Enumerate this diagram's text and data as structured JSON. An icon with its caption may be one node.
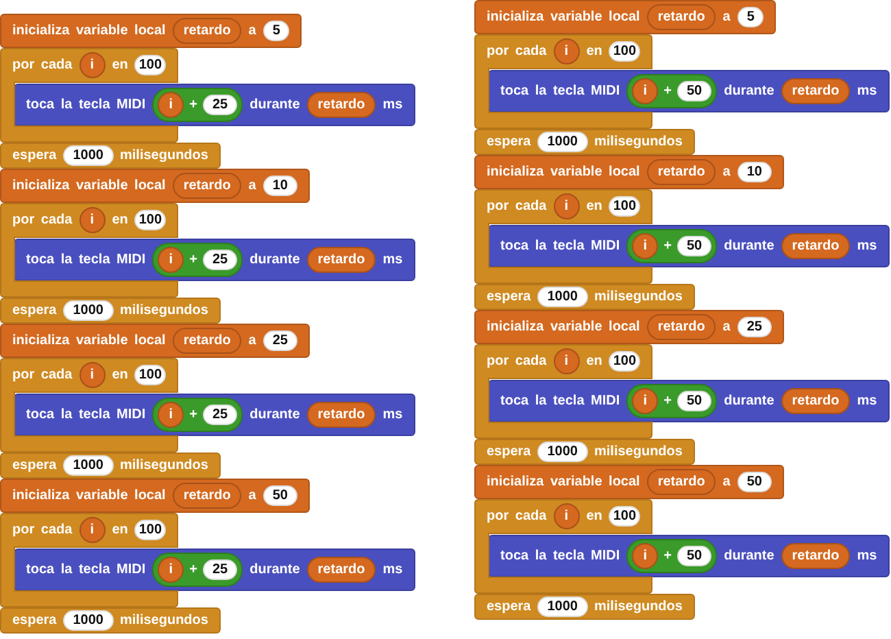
{
  "diagram": {
    "nodes": [
      {
        "text": [
          "inicializa variable local",
          "a"
        ]
      },
      {
        "text": [
          "retardo"
        ],
        "in": 0
      },
      {
        "text": [
          "5"
        ],
        "in": 0
      },
      {
        "text": [
          "por cada",
          "en"
        ]
      },
      {
        "text": [
          "i"
        ],
        "in": 3
      },
      {
        "text": [
          "100"
        ],
        "in": 3
      },
      {
        "text": [
          "toca la tecla MIDI",
          "durante",
          "ms"
        ]
      },
      {
        "text": [
          "+"
        ],
        "in": 6
      },
      {
        "text": [
          "i"
        ],
        "in": 7
      },
      {
        "text": [
          "25"
        ],
        "in": 7
      },
      {
        "text": [
          "retardo"
        ],
        "in": 6
      },
      {
        "text": [
          "espera",
          "milisegundos"
        ]
      },
      {
        "text": [
          "1000"
        ],
        "in": 11
      },
      {
        "text": [
          "inicializa variable local",
          "a"
        ]
      },
      {
        "text": [
          "retardo"
        ],
        "in": 13
      },
      {
        "text": [
          "10"
        ],
        "in": 13
      },
      {
        "text": [
          "por cada",
          "en"
        ]
      },
      {
        "text": [
          "i"
        ],
        "in": 16
      },
      {
        "text": [
          "100"
        ],
        "in": 16
      },
      {
        "text": [
          "toca la tecla MIDI",
          "durante",
          "ms"
        ]
      },
      {
        "text": [
          "+"
        ],
        "in": 19
      },
      {
        "text": [
          "i"
        ],
        "in": 20
      },
      {
        "text": [
          "25"
        ],
        "in": 20
      },
      {
        "text": [
          "retardo"
        ],
        "in": 19
      },
      {
        "text": [
          "espera",
          "milisegundos"
        ]
      },
      {
        "text": [
          "1000"
        ],
        "in": 24
      },
      {
        "text": [
          "inicializa variable local",
          "a"
        ]
      },
      {
        "text": [
          "retardo"
        ],
        "in": 26
      },
      {
        "text": [
          "25"
        ],
        "in": 26
      },
      {
        "text": [
          "por cada",
          "en"
        ]
      },
      {
        "text": [
          "i"
        ],
        "in": 29
      },
      {
        "text": [
          "100"
        ],
        "in": 29
      },
      {
        "text": [
          "toca la tecla MIDI",
          "durante",
          "ms"
        ]
      },
      {
        "text": [
          "+"
        ],
        "in": 32
      },
      {
        "text": [
          "i"
        ],
        "in": 33
      },
      {
        "text": [
          "25"
        ],
        "in": 33
      },
      {
        "text": [
          "retardo"
        ],
        "in": 32
      },
      {
        "text": [
          "espera",
          "milisegundos"
        ]
      },
      {
        "text": [
          "1000"
        ],
        "in": 37
      },
      {
        "text": [
          "inicializa variable local",
          "a"
        ]
      },
      {
        "text": [
          "retardo"
        ],
        "in": 39
      },
      {
        "text": [
          "50"
        ],
        "in": 39
      },
      {
        "text": [
          "por cada",
          "en"
        ]
      },
      {
        "text": [
          "i"
        ],
        "in": 42
      },
      {
        "text": [
          "100"
        ],
        "in": 42
      },
      {
        "text": [
          "toca la tecla MIDI",
          "durante",
          "ms"
        ]
      },
      {
        "text": [
          "+"
        ],
        "in": 45
      },
      {
        "text": [
          "i"
        ],
        "in": 46
      },
      {
        "text": [
          "25"
        ],
        "in": 46
      },
      {
        "text": [
          "retardo"
        ],
        "in": 45
      },
      {
        "text": [
          "espera",
          "milisegundos"
        ]
      },
      {
        "text": [
          "1000"
        ],
        "in": 50
      },
      {
        "text": [
          "inicializa variable local",
          "a"
        ]
      },
      {
        "text": [
          "retardo"
        ],
        "in": 52
      },
      {
        "text": [
          "5"
        ],
        "in": 52
      },
      {
        "text": [
          "por cada",
          "en"
        ]
      },
      {
        "text": [
          "i"
        ],
        "in": 55
      },
      {
        "text": [
          "100"
        ],
        "in": 55
      },
      {
        "text": [
          "toca la tecla MIDI",
          "durante",
          "ms"
        ]
      },
      {
        "text": [
          "+"
        ],
        "in": 58
      },
      {
        "text": [
          "i"
        ],
        "in": 59
      },
      {
        "text": [
          "50"
        ],
        "in": 59
      },
      {
        "text": [
          "retardo"
        ],
        "in": 58
      },
      {
        "text": [
          "espera",
          "milisegundos"
        ]
      },
      {
        "text": [
          "1000"
        ],
        "in": 63
      },
      {
        "text": [
          "inicializa variable local",
          "a"
        ]
      },
      {
        "text": [
          "retardo"
        ],
        "in": 65
      },
      {
        "text": [
          "10"
        ],
        "in": 65
      },
      {
        "text": [
          "por cada",
          "en"
        ]
      },
      {
        "text": [
          "i"
        ],
        "in": 68
      },
      {
        "text": [
          "100"
        ],
        "in": 68
      },
      {
        "text": [
          "toca la tecla MIDI",
          "durante",
          "ms"
        ]
      },
      {
        "text": [
          "+"
        ],
        "in": 71
      },
      {
        "text": [
          "i"
        ],
        "in": 72
      },
      {
        "text": [
          "50"
        ],
        "in": 72
      },
      {
        "text": [
          "retardo"
        ],
        "in": 71
      },
      {
        "text": [
          "espera",
          "milisegundos"
        ]
      },
      {
        "text": [
          "1000"
        ],
        "in": 76
      },
      {
        "text": [
          "inicializa variable local",
          "a"
        ]
      },
      {
        "text": [
          "retardo"
        ],
        "in": 78
      },
      {
        "text": [
          "25"
        ],
        "in": 78
      },
      {
        "text": [
          "por cada",
          "en"
        ]
      },
      {
        "text": [
          "i"
        ],
        "in": 81
      },
      {
        "text": [
          "100"
        ],
        "in": 81
      },
      {
        "text": [
          "toca la tecla MIDI",
          "durante",
          "ms"
        ]
      },
      {
        "text": [
          "+"
        ],
        "in": 84
      },
      {
        "text": [
          "i"
        ],
        "in": 85
      },
      {
        "text": [
          "50"
        ],
        "in": 85
      },
      {
        "text": [
          "retardo"
        ],
        "in": 84
      },
      {
        "text": [
          "espera",
          "milisegundos"
        ]
      },
      {
        "text": [
          "1000"
        ],
        "in": 89
      },
      {
        "text": [
          "inicializa variable local",
          "a"
        ]
      },
      {
        "text": [
          "retardo"
        ],
        "in": 91
      },
      {
        "text": [
          "50"
        ],
        "in": 91
      },
      {
        "text": [
          "por cada",
          "en"
        ]
      },
      {
        "text": [
          "i"
        ],
        "in": 94
      },
      {
        "text": [
          "100"
        ],
        "in": 94
      },
      {
        "text": [
          "toca la tecla MIDI",
          "durante",
          "ms"
        ]
      },
      {
        "text": [
          "+"
        ],
        "in": 97
      },
      {
        "text": [
          "i"
        ],
        "in": 98
      },
      {
        "text": [
          "50"
        ],
        "in": 98
      },
      {
        "text": [
          "retardo"
        ],
        "in": 97
      },
      {
        "text": [
          "espera",
          "milisegundos"
        ]
      },
      {
        "text": [
          "1000"
        ],
        "in": 102
      }
    ]
  }
}
